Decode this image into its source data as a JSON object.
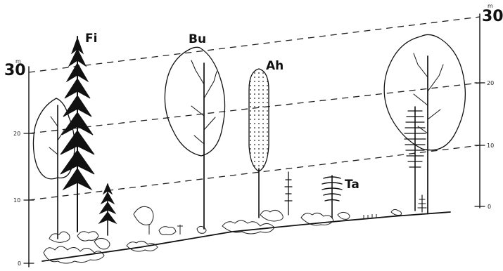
{
  "left_scale": {
    "unit": "m",
    "top_label": "30",
    "ticks": [
      "20",
      "10",
      "0"
    ]
  },
  "right_scale": {
    "unit": "m",
    "top_label": "30",
    "ticks": [
      "20",
      "10",
      "0"
    ]
  },
  "tree_labels": {
    "fi": "Fi",
    "bu": "Bu",
    "ah": "Ah",
    "ta": "Ta"
  }
}
